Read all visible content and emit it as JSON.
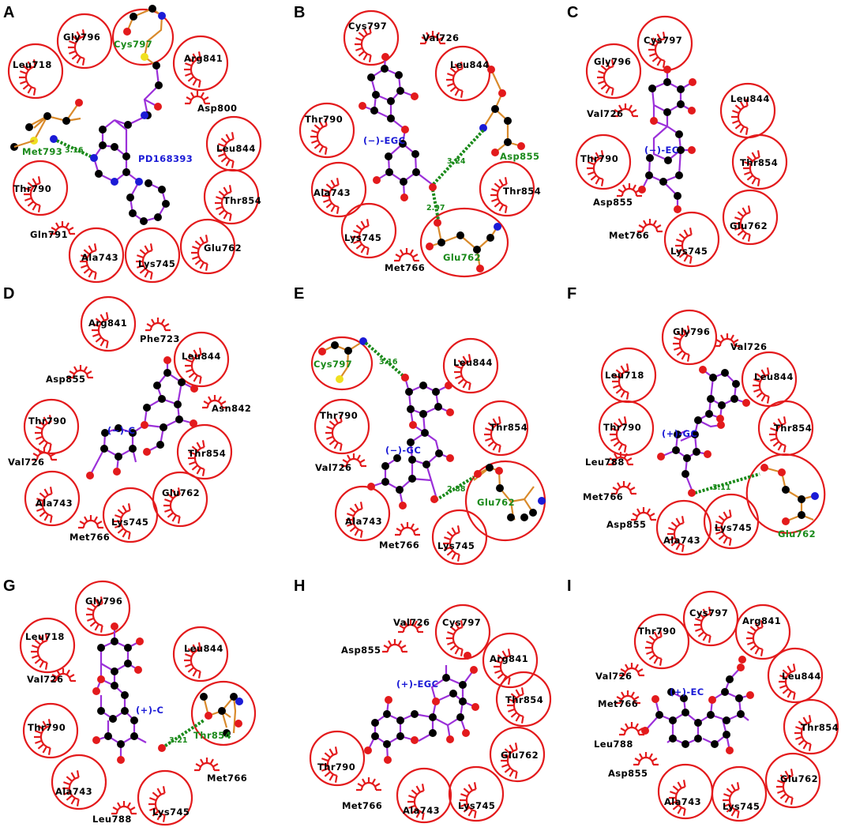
{
  "colors": {
    "circle": "#e31a1c",
    "hb": "#1a8a1a",
    "bond": "#9b30d9",
    "sidechain": "#d98a2b",
    "carbon": "#000000",
    "oxygen": "#e31a1c",
    "nitrogen": "#1b1bd6",
    "sulfur": "#f0e020",
    "ligand_label": "#1b1bd6"
  },
  "panels": [
    {
      "id": "A",
      "ligand": "PD168393",
      "hb_residues": [
        {
          "name": "Met793"
        },
        {
          "name": "Cys797"
        }
      ],
      "residues": [
        "Gly796",
        "Leu718",
        "Arg841",
        "Asp800",
        "Leu844",
        "Thr790",
        "Thr854",
        "Gln791",
        "Ala743",
        "Lys745",
        "Glu762"
      ],
      "distances": [
        "3.16"
      ]
    },
    {
      "id": "B",
      "ligand": "(−)-EGC",
      "hb_residues": [
        {
          "name": "Asp855"
        },
        {
          "name": "Glu762"
        }
      ],
      "residues": [
        "Cys797",
        "Val726",
        "Leu844",
        "Thr790",
        "Ala743",
        "Thr854",
        "Lys745",
        "Met766"
      ],
      "distances": [
        "3.24",
        "2.97"
      ]
    },
    {
      "id": "C",
      "ligand": "(−)-EC",
      "hb_residues": [],
      "residues": [
        "Cys797",
        "Gly796",
        "Leu844",
        "Val726",
        "Thr790",
        "Thr854",
        "Asp855",
        "Glu762",
        "Met766",
        "Lys745"
      ],
      "distances": []
    },
    {
      "id": "D",
      "ligand": "(−)-C",
      "hb_residues": [],
      "residues": [
        "Arg841",
        "Phe723",
        "Leu844",
        "Asp855",
        "Asn842",
        "Thr790",
        "Thr854",
        "Val726",
        "Ala743",
        "Glu762",
        "Lys745",
        "Met766"
      ],
      "distances": []
    },
    {
      "id": "E",
      "ligand": "(−)-GC",
      "hb_residues": [
        {
          "name": "Cys797"
        },
        {
          "name": "Glu762"
        }
      ],
      "residues": [
        "Leu844",
        "Thr790",
        "Thr854",
        "Val726",
        "Ala743",
        "Met766",
        "Lys745"
      ],
      "distances": [
        "3.16",
        "2.88"
      ]
    },
    {
      "id": "F",
      "ligand": "(+)-GC",
      "hb_residues": [
        {
          "name": "Glu762"
        }
      ],
      "residues": [
        "Gly796",
        "Val726",
        "Leu718",
        "Leu844",
        "Thr790",
        "Thr854",
        "Leu788",
        "Met766",
        "Asp855",
        "Ala743",
        "Lys745"
      ],
      "distances": [
        "3.11"
      ]
    },
    {
      "id": "G",
      "ligand": "(+)-C",
      "hb_residues": [
        {
          "name": "Thr854"
        }
      ],
      "residues": [
        "Gly796",
        "Leu718",
        "Leu844",
        "Val726",
        "Thr790",
        "Ala743",
        "Met766",
        "Leu788",
        "Lys745"
      ],
      "distances": [
        "3.21"
      ]
    },
    {
      "id": "H",
      "ligand": "(+)-EGC",
      "hb_residues": [],
      "residues": [
        "Val726",
        "Cys797",
        "Asp855",
        "Arg841",
        "Thr854",
        "Thr790",
        "Glu762",
        "Met766",
        "Ala743",
        "Lys745"
      ],
      "distances": []
    },
    {
      "id": "I",
      "ligand": "(+)-EC",
      "hb_residues": [],
      "residues": [
        "Thr790",
        "Cys797",
        "Arg841",
        "Val726",
        "Leu844",
        "Met766",
        "Thr854",
        "Leu788",
        "Asp855",
        "Glu762",
        "Ala743",
        "Lys745"
      ],
      "distances": []
    }
  ]
}
